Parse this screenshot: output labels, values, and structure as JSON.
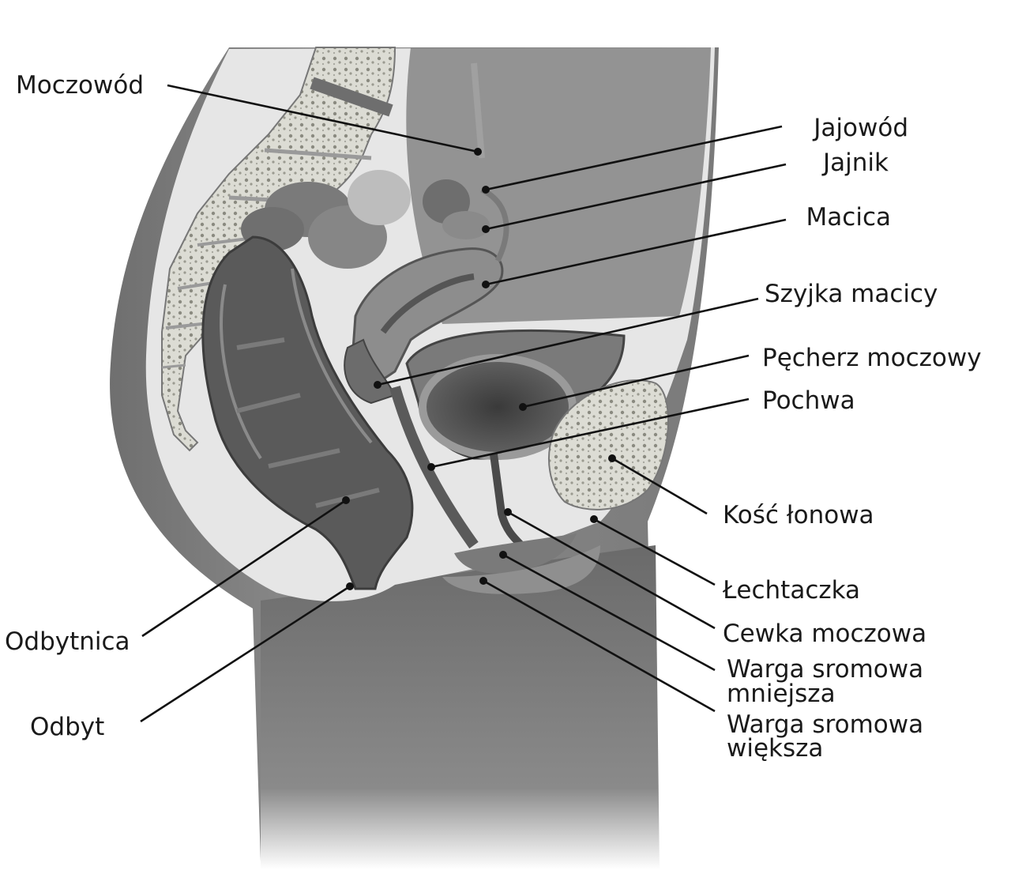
{
  "colors": {
    "background": "#ffffff",
    "body": "#8c8c8c",
    "body_shade": "#6f6f6f",
    "cavity": "#e3e3e3",
    "organ": "#8a8a8a",
    "organ_dark": "#5c5c5c",
    "bone": "#dcdcd4",
    "leader": "#111111",
    "text": "#1a1a1a"
  },
  "labels": {
    "ureter": "Moczowód",
    "fallopian_tube": "Jajowód",
    "ovary": "Jajnik",
    "uterus": "Macica",
    "cervix": "Szyjka macicy",
    "bladder": "Pęcherz moczowy",
    "vagina": "Pochwa",
    "pubic_bone": "Kość łonowa",
    "clitoris": "Łechtaczka",
    "urethra": "Cewka moczowa",
    "labia_minora_1": "Warga sromowa",
    "labia_minora_2": "mniejsza",
    "labia_majora_1": "Warga sromowa",
    "labia_majora_2": "większa",
    "rectum": "Odbytnica",
    "anus": "Odbyt"
  }
}
